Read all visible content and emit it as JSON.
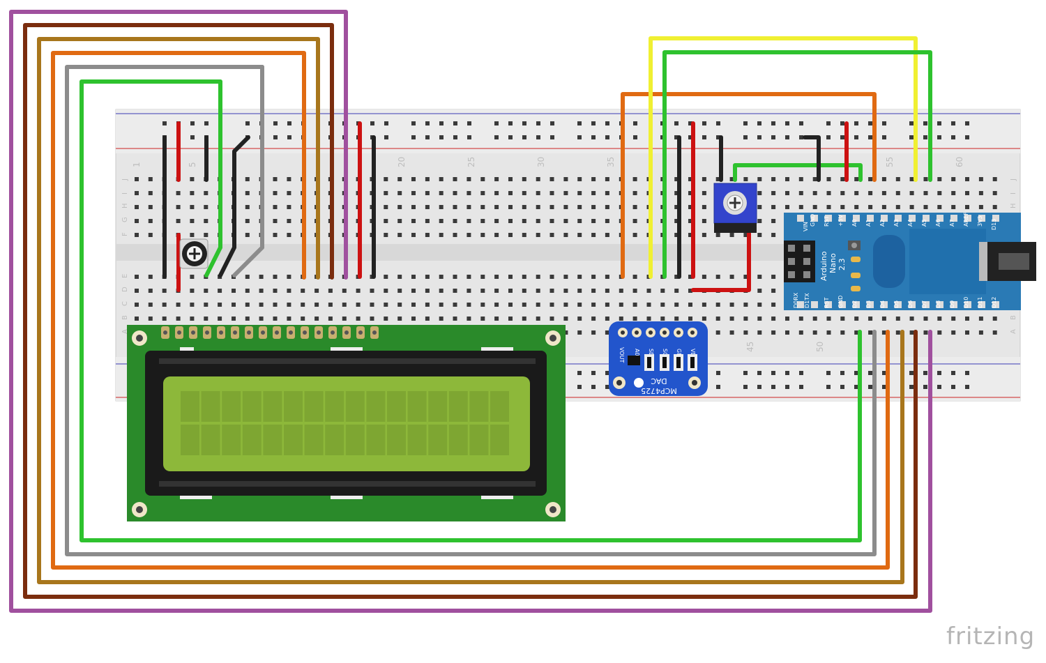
{
  "watermark": "fritzing",
  "breadboard": {
    "column_numbers": [
      "1",
      "5",
      "20",
      "25",
      "30",
      "35",
      "45",
      "50",
      "55",
      "60"
    ],
    "row_letters_top": [
      "J",
      "I",
      "H",
      "G",
      "F"
    ],
    "row_letters_bottom": [
      "E",
      "D",
      "C",
      "B",
      "A"
    ]
  },
  "arduino": {
    "name": "Arduino Nano 2.3",
    "name_line1": "Arduino",
    "name_line2": "Nano",
    "name_line3": "2.3",
    "top_pins": [
      "VIN",
      "GND",
      "RST",
      "+5V",
      "A0",
      "A1",
      "A2",
      "A3",
      "A4",
      "A5",
      "A6",
      "A7",
      "AREF",
      "3V3",
      "D13"
    ],
    "bottom_pins": [
      "D0RX",
      "D1TX",
      "RST",
      "GND",
      "D2",
      "D3",
      "D4",
      "D5",
      "D6",
      "D7",
      "D8",
      "D9",
      "D10",
      "D11",
      "D12"
    ]
  },
  "dac": {
    "pins": [
      "VOUT",
      "A0",
      "SDA",
      "SCL",
      "GND",
      "VDD"
    ],
    "label_line1": "MCP4725",
    "label_line2": "DAC"
  },
  "colors": {
    "wire_purple": "#a0509e",
    "wire_darkbrown": "#7b2d0e",
    "wire_ochre": "#a8761c",
    "wire_orange": "#e06a12",
    "wire_gray": "#8c8c8c",
    "wire_green": "#2ec22e",
    "wire_yellow": "#f0f032",
    "wire_red": "#cc1111",
    "wire_black": "#222222",
    "lcd_board": "#2a8a2a",
    "lcd_screen": "#8db83a",
    "arduino_board": "#2a7ab5",
    "dac_board": "#2255cc"
  }
}
